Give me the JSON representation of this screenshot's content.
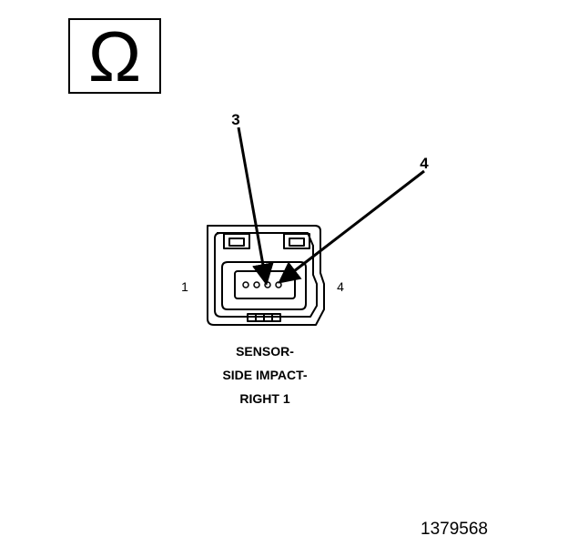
{
  "diagram": {
    "meter_symbol": "Ω",
    "pin_callouts": [
      "3",
      "4"
    ],
    "end_labels": [
      "1",
      "4"
    ],
    "caption": [
      "SENSOR-",
      "SIDE IMPACT-",
      "RIGHT 1"
    ],
    "figure_number": "1379568"
  },
  "colors": {
    "ink": "#000000",
    "background": "#ffffff"
  }
}
